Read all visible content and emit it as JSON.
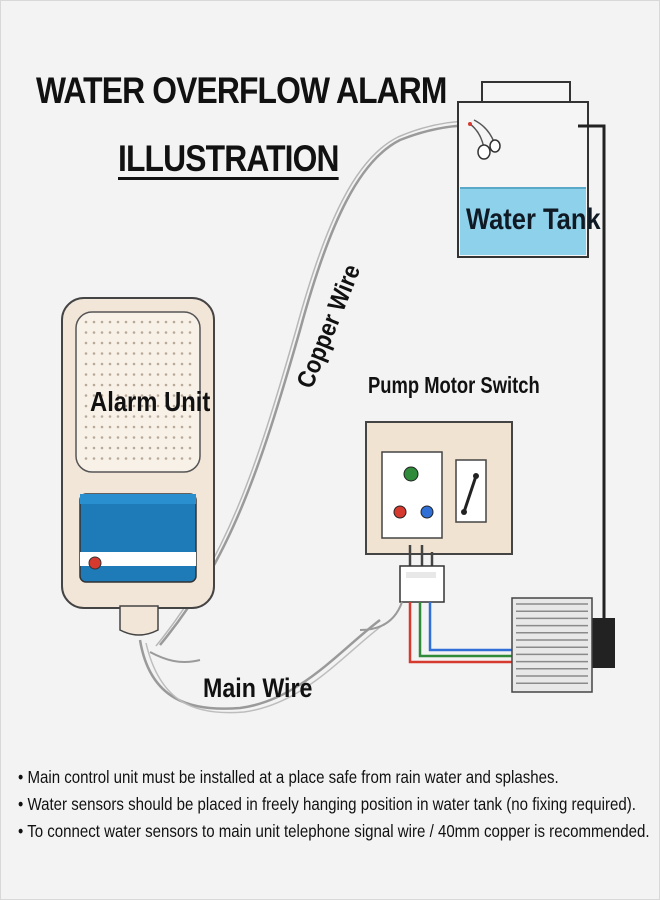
{
  "title": {
    "line1": "WATER OVERFLOW ALARM",
    "line2": "ILLUSTRATION"
  },
  "labels": {
    "alarm_unit": "Alarm Unit",
    "water_tank": "Water Tank",
    "pump_motor_switch": "Pump Motor Switch",
    "copper_wire": "Copper Wire",
    "main_wire": "Main Wire"
  },
  "notes": [
    "Main control unit must be installed at a place safe from rain water and splashes.",
    "Water sensors should be placed in freely hanging position in water tank (no fixing required).",
    "To connect water sensors to main unit telephone signal wire / 40mm copper is recommended."
  ],
  "colors": {
    "background": "#f3f3f3",
    "alarm_body": "#f2e6d8",
    "alarm_panel": "#1f7bb8",
    "water": "#8ed1ea",
    "wire": "#9a9a9a",
    "wire_red": "#d63a2f",
    "wire_green": "#2f8a3a",
    "wire_blue": "#2f6fd6"
  }
}
